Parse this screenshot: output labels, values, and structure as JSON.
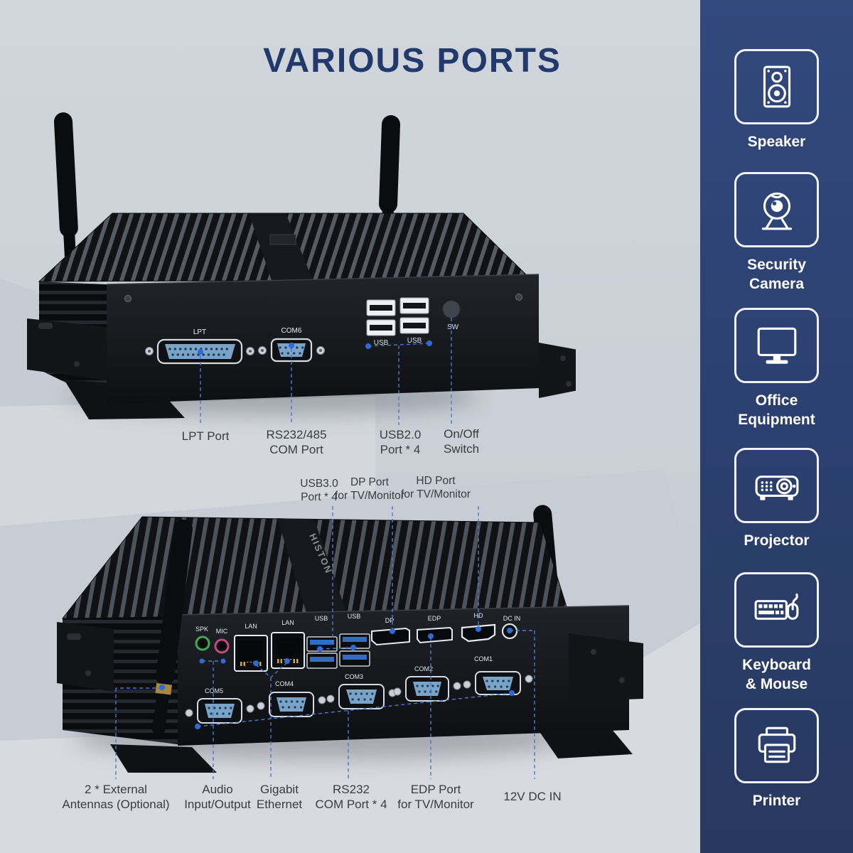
{
  "title": "VARIOUS PORTS",
  "colors": {
    "title_navy": "#21396b",
    "sidebar_blue_top": "#32497e",
    "sidebar_blue_bottom": "#27395f",
    "leader_line_blue": "#4b79cf",
    "leader_dot_blue": "#2e6bd8",
    "usb3_blue": "#2f6ec2",
    "connector_steel_blue": "#7aa3c6"
  },
  "sidebar": {
    "items": [
      {
        "icon": "speaker-icon",
        "line1": "Speaker",
        "line2": ""
      },
      {
        "icon": "security-camera-icon",
        "line1": "Security",
        "line2": "Camera"
      },
      {
        "icon": "office-equipment-icon",
        "line1": "Office",
        "line2": "Equipment"
      },
      {
        "icon": "projector-icon",
        "line1": "Projector",
        "line2": ""
      },
      {
        "icon": "keyboard-mouse-icon",
        "line1": "Keyboard",
        "line2": "& Mouse"
      },
      {
        "icon": "printer-icon",
        "line1": "Printer",
        "line2": ""
      }
    ]
  },
  "device_top": {
    "port_labels": {
      "lpt": "LPT",
      "com6": "COM6",
      "usb_a": "USB",
      "usb_b": "USB",
      "sw": "SW"
    }
  },
  "device_bottom": {
    "brand": "HISTON",
    "port_labels": {
      "spk": "SPK",
      "mic": "MIC",
      "lan_a": "LAN",
      "lan_b": "LAN",
      "usb_a": "USB",
      "usb_b": "USB",
      "dp": "DP",
      "edp": "EDP",
      "hd": "HD",
      "dc_in": "DC IN",
      "com5": "COM5",
      "com4": "COM4",
      "com3": "COM3",
      "com2": "COM2",
      "com1": "COM1"
    }
  },
  "callouts": {
    "top_device": [
      {
        "text": "LPT Port"
      },
      {
        "text": "RS232/485\nCOM Port"
      },
      {
        "text": "USB2.0\nPort * 4"
      },
      {
        "text": "On/Off\nSwitch"
      }
    ],
    "bottom_device_top": [
      {
        "text": "USB3.0\nPort * 4"
      },
      {
        "text": "DP Port\nfor TV/Monitor"
      },
      {
        "text": "HD Port\nfor TV/Monitor"
      }
    ],
    "bottom_device_bottom": [
      {
        "text": "2 * External\nAntennas (Optional)"
      },
      {
        "text": "Audio\nInput/Output"
      },
      {
        "text": "Gigabit\nEthernet"
      },
      {
        "text": "RS232\nCOM Port * 4"
      },
      {
        "text": "EDP Port\nfor TV/Monitor"
      },
      {
        "text": "12V DC IN"
      }
    ]
  }
}
